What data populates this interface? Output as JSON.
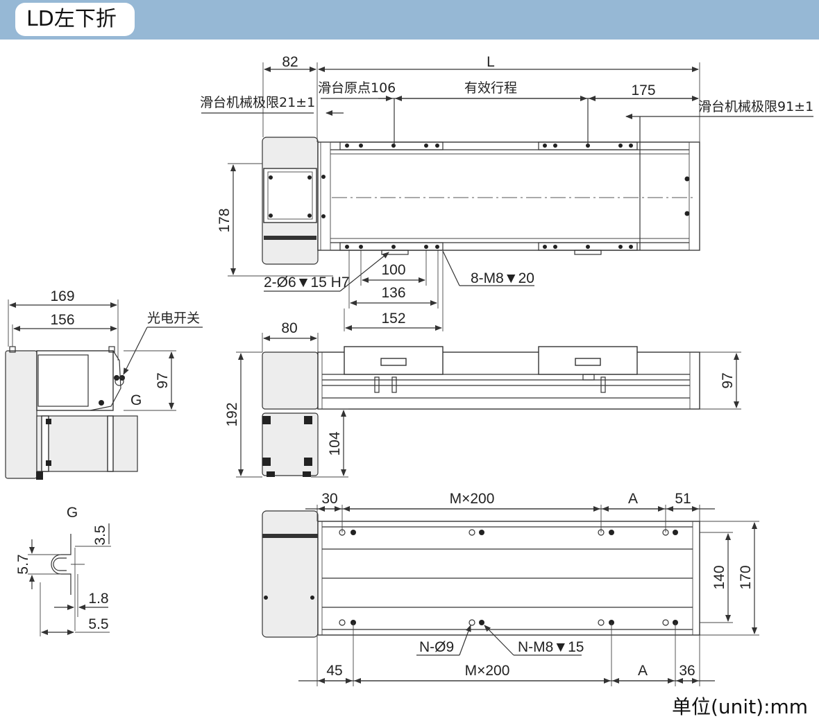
{
  "header": {
    "title": "LD左下折"
  },
  "unit_note": "单位(unit):mm",
  "top_view": {
    "dim_82": "82",
    "dim_L": "L",
    "origin_label": "滑台原点106",
    "stroke_label": "有效行程",
    "dim_175": "175",
    "limit_left": "滑台机械极限21±1",
    "limit_right": "滑台机械极限91±1",
    "dim_178": "178",
    "hole_label": "2-Ø6▼15 H7",
    "thread_label": "8-M8▼20",
    "dim_100": "100",
    "dim_136": "136",
    "dim_152": "152"
  },
  "side_view": {
    "dim_80": "80",
    "dim_192": "192",
    "dim_104": "104",
    "dim_97": "97"
  },
  "end_view": {
    "dim_169": "169",
    "dim_156": "156",
    "dim_97": "97",
    "sensor_label": "光电开关",
    "detail_mark": "G"
  },
  "detail_g": {
    "title": "G",
    "dim_3_5": "3.5",
    "dim_5_7": "5.7",
    "dim_1_8": "1.8",
    "dim_5_5": "5.5"
  },
  "bottom_view": {
    "dim_30": "30",
    "dim_mx200_top": "M×200",
    "dim_A_top": "A",
    "dim_51": "51",
    "dim_140": "140",
    "dim_170": "170",
    "label_n_hole": "N-Ø9",
    "label_n_thread": "N-M8▼15",
    "dim_45": "45",
    "dim_mx200_bottom": "M×200",
    "dim_A_bottom": "A",
    "dim_36": "36"
  }
}
